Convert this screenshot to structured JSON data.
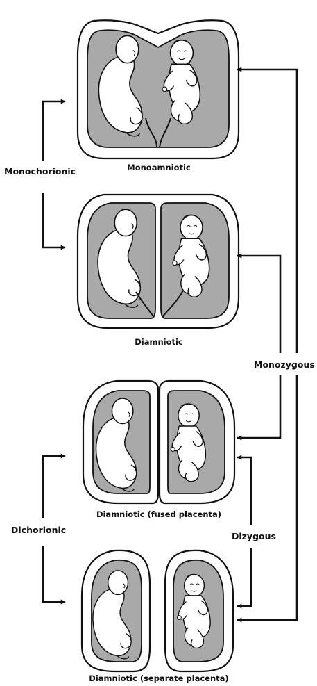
{
  "captions": {
    "monoamniotic": "Monoamniotic",
    "diamniotic": "Diamniotic",
    "diamniotic_fused": "Diamniotic (fused placenta)",
    "diamniotic_separate": "Diamniotic (separate placenta)"
  },
  "labels": {
    "monochorionic": "Monochorionic",
    "dichorionic": "Dichorionic",
    "monozygous": "Monozygous",
    "dizygous": "Dizygous"
  },
  "colors": {
    "outline": "#111111",
    "fluid_gray": "#a9a9a9",
    "fetus_fill": "#ffffff"
  }
}
